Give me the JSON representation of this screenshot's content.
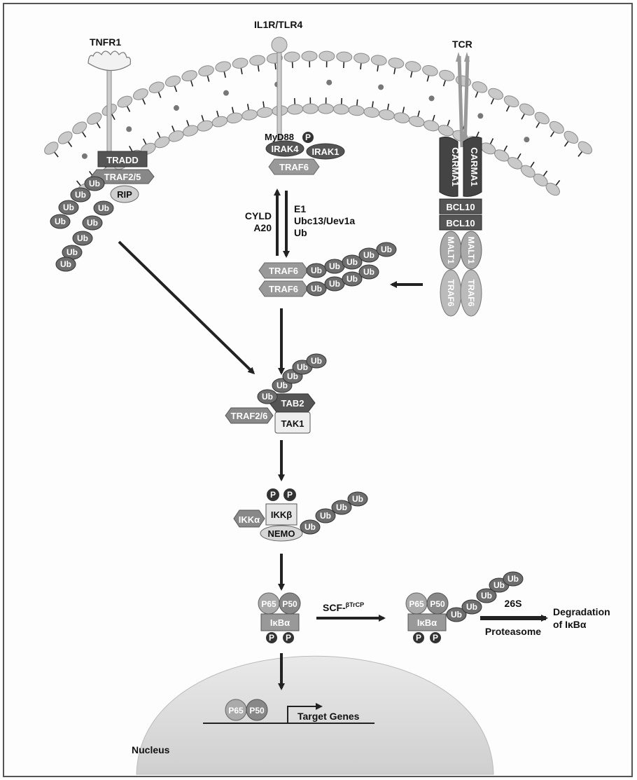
{
  "receptors": {
    "tnfr1": "TNFR1",
    "il1r": "IL1R/TLR4",
    "tcr": "TCR"
  },
  "left_complex": {
    "tradd": "TRADD",
    "traf25": "TRAF2/5",
    "rip": "RIP",
    "ub": "Ub"
  },
  "middle_complex": {
    "myd88": "MyD88",
    "p": "P",
    "irak4": "IRAK4",
    "irak1": "IRAK1",
    "traf6": "TRAF6"
  },
  "tcr_complex": {
    "carma1": "CARMA1",
    "bcl10": "BCL10",
    "malt1": "MALT1",
    "traf6": "TRAF6"
  },
  "ubiquitination": {
    "left_labels": [
      "CYLD",
      "A20"
    ],
    "right_labels": [
      "E1",
      "Ubc13/Uev1a",
      "Ub"
    ],
    "traf6": "TRAF6"
  },
  "tak1_complex": {
    "tab2": "TAB2",
    "traf26": "TRAF2/6",
    "tak1": "TAK1"
  },
  "ikk_complex": {
    "ikka": "IKKα",
    "ikkb": "IKKβ",
    "nemo": "NEMO"
  },
  "nfkb_complex": {
    "p65": "P65",
    "p50": "P50",
    "ikba": "IκBα"
  },
  "scf": {
    "label": "SCF-",
    "superscript": "βTrCP"
  },
  "proteasome": {
    "top": "26S",
    "bottom": "Proteasome"
  },
  "degradation": [
    "Degradation",
    "of IκBα"
  ],
  "nucleus": {
    "label": "Nucleus",
    "target_genes": "Target Genes"
  }
}
